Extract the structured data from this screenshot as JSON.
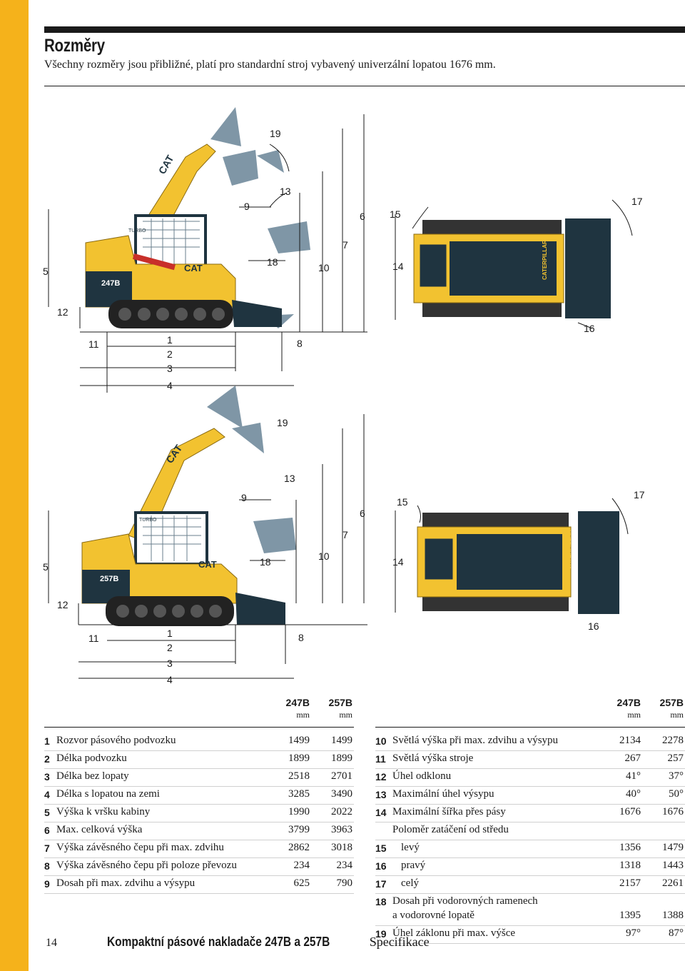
{
  "page": {
    "title": "Rozměry",
    "subtitle": "Všechny rozměry jsou přibližné, platí pro standardní stroj vybavený univerzální lopatou 1676 mm."
  },
  "diagram_247b": {
    "model_label": "247B",
    "brand_label": "CAT",
    "turbo_label": "TURBO",
    "blade_label": "CATERPILLAR",
    "callouts": [
      "1",
      "2",
      "3",
      "4",
      "5",
      "6",
      "7",
      "8",
      "9",
      "10",
      "11",
      "12",
      "13",
      "14",
      "15",
      "16",
      "17",
      "18",
      "19"
    ]
  },
  "diagram_257b": {
    "model_label": "257B",
    "brand_label": "CAT",
    "turbo_label": "TURBO",
    "blade_label": "CATERPILLAR",
    "callouts": [
      "1",
      "2",
      "3",
      "4",
      "5",
      "6",
      "7",
      "8",
      "9",
      "10",
      "11",
      "12",
      "13",
      "14",
      "15",
      "16",
      "17",
      "18",
      "19"
    ]
  },
  "table_header": {
    "col1": "247B",
    "col2": "257B",
    "unit1": "mm",
    "unit2": "mm"
  },
  "left_rows": [
    {
      "num": "1",
      "label": "Rozvor pásového podvozku",
      "v247": "1499",
      "v257": "1499"
    },
    {
      "num": "2",
      "label": "Délka podvozku",
      "v247": "1899",
      "v257": "1899"
    },
    {
      "num": "3",
      "label": "Délka bez lopaty",
      "v247": "2518",
      "v257": "2701"
    },
    {
      "num": "4",
      "label": "Délka s lopatou na zemi",
      "v247": "3285",
      "v257": "3490"
    },
    {
      "num": "5",
      "label": "Výška k vršku kabiny",
      "v247": "1990",
      "v257": "2022"
    },
    {
      "num": "6",
      "label": "Max. celková výška",
      "v247": "3799",
      "v257": "3963"
    },
    {
      "num": "7",
      "label": "Výška závěsného čepu při max. zdvihu",
      "v247": "2862",
      "v257": "3018"
    },
    {
      "num": "8",
      "label": "Výška závěsného čepu při poloze převozu",
      "v247": "234",
      "v257": "234"
    },
    {
      "num": "9",
      "label": "Dosah při max. zdvihu a výsypu",
      "v247": "625",
      "v257": "790"
    }
  ],
  "right_rows": {
    "r10": {
      "num": "10",
      "label": "Světlá výška při max. zdvihu a výsypu",
      "v247": "2134",
      "v257": "2278"
    },
    "r11": {
      "num": "11",
      "label": "Světlá výška stroje",
      "v247": "267",
      "v257": "257"
    },
    "r12": {
      "num": "12",
      "label": "Úhel odklonu",
      "v247": "41°",
      "v257": "37°"
    },
    "r13": {
      "num": "13",
      "label": "Maximální úhel výsypu",
      "v247": "40°",
      "v257": "50°"
    },
    "r14": {
      "num": "14",
      "label": "Maximální šířka přes pásy",
      "v247": "1676",
      "v257": "1676"
    },
    "heading": "Poloměr zatáčení od středu",
    "r15": {
      "num": "15",
      "label": "levý",
      "v247": "1356",
      "v257": "1479"
    },
    "r16": {
      "num": "16",
      "label": "pravý",
      "v247": "1318",
      "v257": "1443"
    },
    "r17": {
      "num": "17",
      "label": "celý",
      "v247": "2157",
      "v257": "2261"
    },
    "r18": {
      "num": "18",
      "label1": "Dosah při vodorovných ramenech",
      "label2": "a vodorovné lopatě",
      "v247": "1395",
      "v257": "1388"
    },
    "r19": {
      "num": "19",
      "label": "Úhel záklonu při max. výšce",
      "v247": "97°",
      "v257": "87°"
    }
  },
  "footer": {
    "page_number": "14",
    "title_bold": "Kompaktní pásové nakladače 247B a 257B",
    "title_regular": "Specifikace"
  },
  "colors": {
    "accent_yellow": "#f5b21b",
    "machine_yellow": "#f2c230",
    "dark": "#1f3440",
    "bucket_grey": "#7f96a6",
    "track_black": "#222222"
  }
}
